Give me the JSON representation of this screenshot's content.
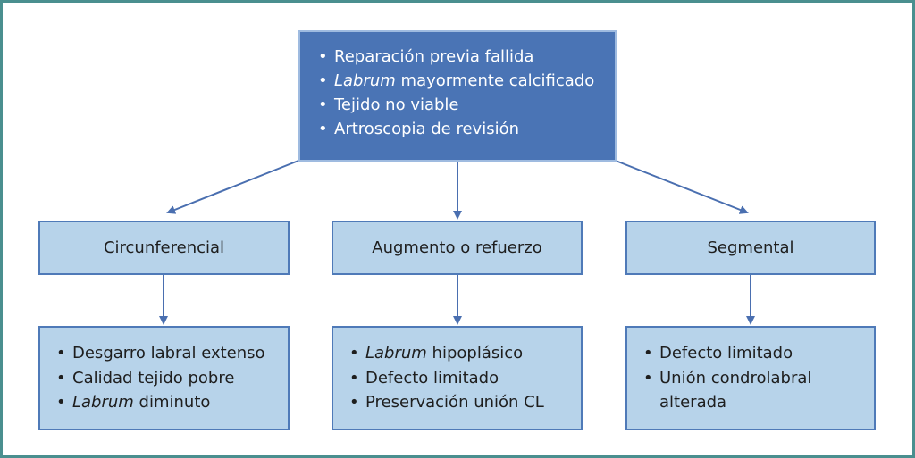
{
  "top_box": {
    "items": [
      {
        "italic": "",
        "text": "Reparación previa fallida"
      },
      {
        "italic": "Labrum",
        "text": " mayormente calcificado"
      },
      {
        "italic": "",
        "text": "Tejido no viable"
      },
      {
        "italic": "",
        "text": "Artroscopia de revisión"
      }
    ]
  },
  "categories": [
    {
      "label": "Circunferencial",
      "items": [
        {
          "italic": "",
          "text": "Desgarro labral extenso"
        },
        {
          "italic": "",
          "text": "Calidad tejido pobre"
        },
        {
          "italic": "Labrum",
          "text": " diminuto"
        }
      ]
    },
    {
      "label": "Augmento o refuerzo",
      "items": [
        {
          "italic": "Labrum",
          "text": " hipoplásico"
        },
        {
          "italic": "",
          "text": "Defecto limitado"
        },
        {
          "italic": "",
          "text": "Preservación unión CL"
        }
      ]
    },
    {
      "label": "Segmental",
      "items": [
        {
          "italic": "",
          "text": "Defecto limitado"
        },
        {
          "italic": "",
          "text": "Unión condrolabral alterada"
        },
        {
          "italic": "",
          "text": ""
        }
      ]
    }
  ],
  "bullet": "•",
  "colors": {
    "top_fill": "#4a74b5",
    "box_fill": "#b7d3ea",
    "border": "#4f7ab8",
    "arrow": "#4a6fb0",
    "frame": "#4a8f8f"
  }
}
